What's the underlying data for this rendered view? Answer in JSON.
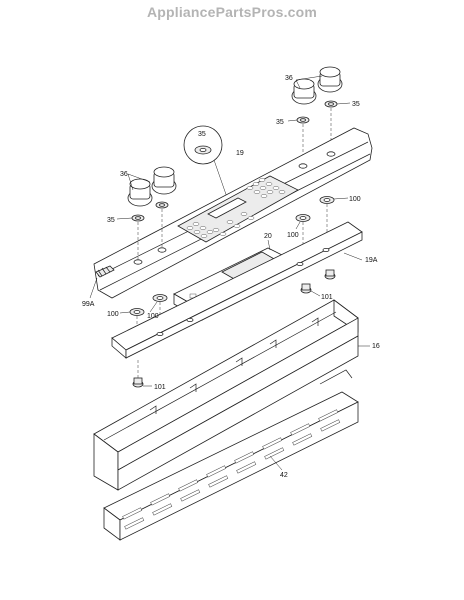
{
  "site": {
    "watermark": "AppliancePartsPros.com"
  },
  "diagram": {
    "labels": {
      "p35_top": "35",
      "p36_top": "36",
      "p35_right": "35",
      "p35_callout": "35",
      "p19": "19",
      "p36_left": "36",
      "p35_left": "35",
      "p100_right": "100",
      "p20": "20",
      "p100_mid": "100",
      "p19A": "19A",
      "p99A": "99A",
      "p100_left": "100",
      "p100_left2": "100",
      "p101_right": "101",
      "p16": "16",
      "p101_left": "101",
      "p42": "42"
    }
  }
}
